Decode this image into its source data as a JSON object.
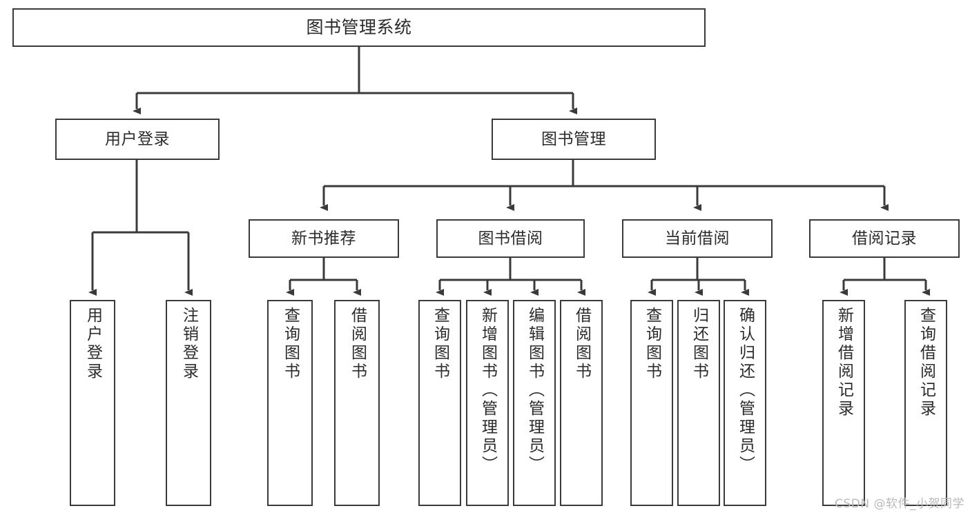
{
  "diagram": {
    "title": "图书管理系统",
    "type": "tree-hierarchy",
    "root": {
      "label": "图书管理系统"
    },
    "level1": [
      {
        "label": "用户登录"
      },
      {
        "label": "图书管理"
      }
    ],
    "level2": [
      {
        "label": "新书推荐"
      },
      {
        "label": "图书借阅"
      },
      {
        "label": "当前借阅"
      },
      {
        "label": "借阅记录"
      }
    ],
    "leaves": {
      "user_login": [
        {
          "label": "用户登录"
        },
        {
          "label": "注销登录"
        }
      ],
      "new_book_recommend": [
        {
          "label": "查询图书"
        },
        {
          "label": "借阅图书"
        }
      ],
      "book_borrow": [
        {
          "label": "查询图书"
        },
        {
          "label": "新增图书（管理员）"
        },
        {
          "label": "编辑图书（管理员）"
        },
        {
          "label": "借阅图书"
        }
      ],
      "current_borrow": [
        {
          "label": "查询图书"
        },
        {
          "label": "归还图书"
        },
        {
          "label": "确认归还（管理员）"
        }
      ],
      "borrow_record": [
        {
          "label": "新增借阅记录"
        },
        {
          "label": "查询借阅记录"
        }
      ]
    }
  },
  "watermark": {
    "text": "CSDN @软件_小贺同学"
  },
  "colors": {
    "stroke": "#3a3a3a",
    "background": "#ffffff",
    "text": "#2b2b2b",
    "watermark": "#b9b9b9"
  }
}
